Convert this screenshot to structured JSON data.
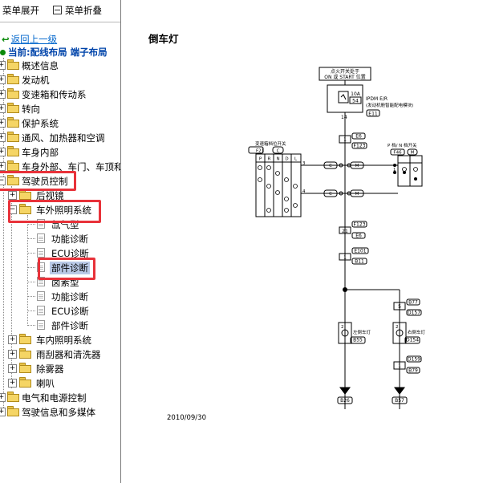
{
  "toolbar": {
    "expand_label": "菜单展开",
    "collapse_label": "菜单折叠"
  },
  "nav": {
    "back_label": "返回上一级",
    "current_label": "当前:配线布局 端子布局"
  },
  "tree": {
    "top_items": [
      "概述信息",
      "发动机",
      "变速箱和传动系",
      "转向",
      "保护系统",
      "通风、加热器和空调",
      "车身内部",
      "车身外部、车门、车顶和"
    ],
    "driver_control": "驾驶员控制",
    "rearview": "后视镜",
    "exterior_lighting": "车外照明系统",
    "xenon": "氙气型",
    "halogen": "卤素型",
    "sub_items": [
      "功能诊断",
      "ECU诊断",
      "部件诊断"
    ],
    "bottom_items": [
      "车内照明系统",
      "雨刮器和清洗器",
      "除雾器",
      "喇叭"
    ],
    "root_bottom": [
      "电气和电源控制",
      "驾驶信息和多媒体"
    ]
  },
  "document": {
    "title": "倒车灯",
    "date": "2010/09/30",
    "ignition_line1": "点火开关处于",
    "ignition_line2": "ON 或 START 位置",
    "fuse_amp": "10A",
    "fuse_num": "54",
    "ipdm_line1": "IPDM E/R",
    "ipdm_line2": "(发动机舱智能配电模块)",
    "ipdm_conn": "E11",
    "pin_14": "14",
    "pin_1": "1",
    "e6": "E6",
    "f123": "F123",
    "shift_switch_label": "变速箱档位开关",
    "f21": "F21",
    "gear_letters": [
      "P",
      "R",
      "N",
      "D",
      "L"
    ],
    "pn_switch_label": "P 档/ N 档开关",
    "f46": "F46",
    "connector_c": "C",
    "connector_m": "M",
    "pin_3": "3",
    "pin_4": "4",
    "pin_21": "21",
    "e101": "E101",
    "b11": "B11",
    "pin_5": "5",
    "b77": "B77",
    "d157": "D157",
    "lamp_pin": "2",
    "left_lamp": "左倒车灯",
    "right_lamp": "右倒车灯",
    "b55": "B55",
    "d154": "D154",
    "d159": "D159",
    "b79": "B79",
    "b26": "B26",
    "b57": "B57"
  }
}
